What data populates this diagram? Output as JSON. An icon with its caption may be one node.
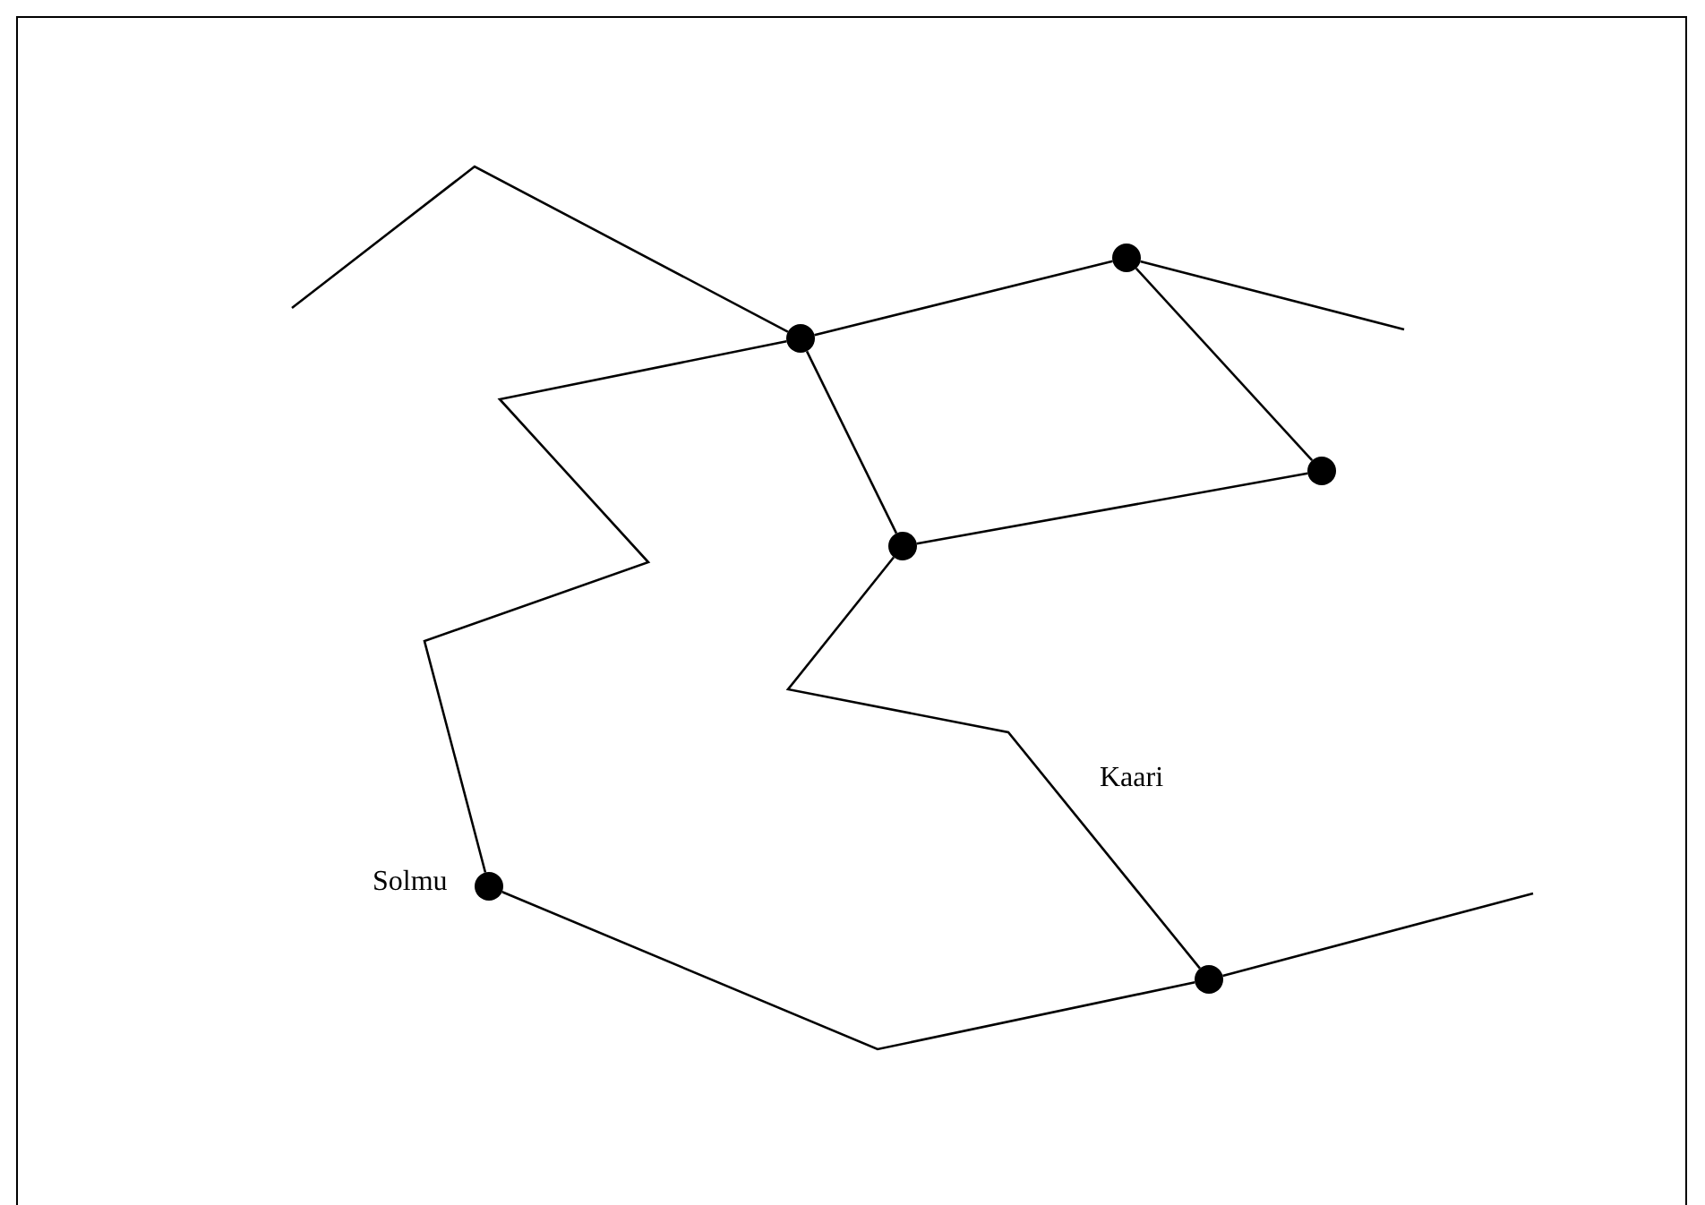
{
  "diagram": {
    "nodes": [
      {
        "text": [],
        "shape": "circle"
      },
      {
        "text": [],
        "shape": "circle"
      },
      {
        "text": [],
        "shape": "circle"
      },
      {
        "text": [],
        "shape": "circle"
      },
      {
        "text": [],
        "shape": "circle",
        "beside": [
          "Solmu"
        ]
      },
      {
        "text": [],
        "shape": "circle"
      }
    ],
    "edges": [
      {
        "from": null,
        "to": 0,
        "arrow": "none"
      },
      {
        "from": 0,
        "to": 1,
        "arrow": "none"
      },
      {
        "from": 1,
        "to": null,
        "arrow": "none"
      },
      {
        "from": 1,
        "to": 2,
        "arrow": "none"
      },
      {
        "from": 0,
        "to": 3,
        "arrow": "none"
      },
      {
        "from": 3,
        "to": 2,
        "arrow": "none"
      },
      {
        "from": 0,
        "to": 4,
        "arrow": "none"
      },
      {
        "from": 4,
        "to": 5,
        "arrow": "none"
      },
      {
        "from": 3,
        "to": 5,
        "arrow": "none",
        "label": "Kaari"
      },
      {
        "from": 5,
        "to": null,
        "arrow": "none"
      }
    ]
  }
}
